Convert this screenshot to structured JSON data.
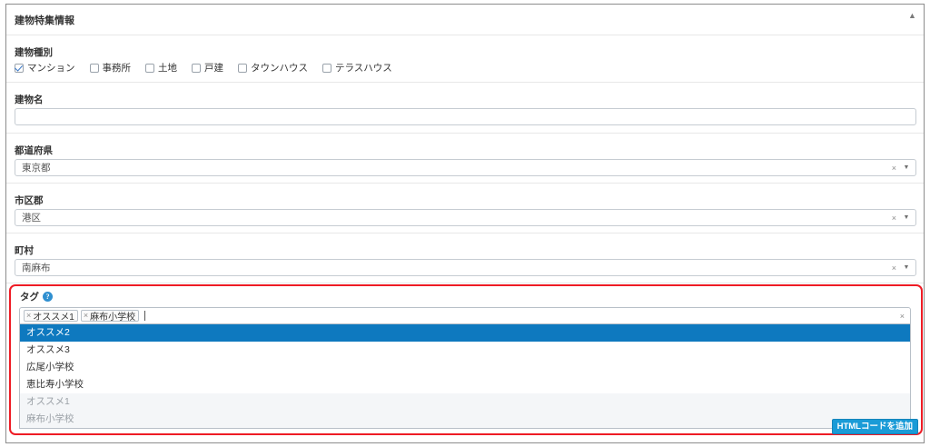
{
  "window": {
    "section_title": "建物特集情報",
    "scroll_up_icon": "triangle-up-icon"
  },
  "colors": {
    "accent_blue": "#0e79bf",
    "button_blue": "#1a9bd7",
    "highlight_red": "#ee1c25",
    "help_icon_blue": "#2f8fd0",
    "border_gray": "#c6ccd2"
  },
  "fields": {
    "building_type": {
      "label": "建物種別",
      "options": [
        {
          "label": "マンション",
          "checked": true
        },
        {
          "label": "事務所",
          "checked": false
        },
        {
          "label": "土地",
          "checked": false
        },
        {
          "label": "戸建",
          "checked": false
        },
        {
          "label": "タウンハウス",
          "checked": false
        },
        {
          "label": "テラスハウス",
          "checked": false
        }
      ]
    },
    "building_name": {
      "label": "建物名",
      "value": "",
      "placeholder": ""
    },
    "prefecture": {
      "label": "都道府県",
      "value": "東京都",
      "clear_icon": "x-clear-icon",
      "arrow_icon": "chevron-down-icon"
    },
    "city": {
      "label": "市区郡",
      "value": "港区",
      "clear_icon": "x-clear-icon",
      "arrow_icon": "chevron-down-icon"
    },
    "town": {
      "label": "町村",
      "value": "南麻布",
      "clear_icon": "x-clear-icon",
      "arrow_icon": "chevron-down-icon"
    },
    "tag": {
      "label": "タグ",
      "help_icon": "help-circle-icon",
      "chips": [
        {
          "remove_icon": "×",
          "label": "オススメ1"
        },
        {
          "remove_icon": "×",
          "label": "麻布小学校"
        }
      ],
      "clear_icon": "x-clear-icon",
      "dropdown": [
        {
          "label": "オススメ2",
          "state": "highlighted"
        },
        {
          "label": "オススメ3",
          "state": "normal"
        },
        {
          "label": "広尾小学校",
          "state": "normal"
        },
        {
          "label": "恵比寿小学校",
          "state": "normal"
        },
        {
          "label": "オススメ1",
          "state": "disabled"
        },
        {
          "label": "麻布小学校",
          "state": "disabled"
        }
      ]
    }
  },
  "footer": {
    "html_code_button": "HTMLコードを追加"
  }
}
